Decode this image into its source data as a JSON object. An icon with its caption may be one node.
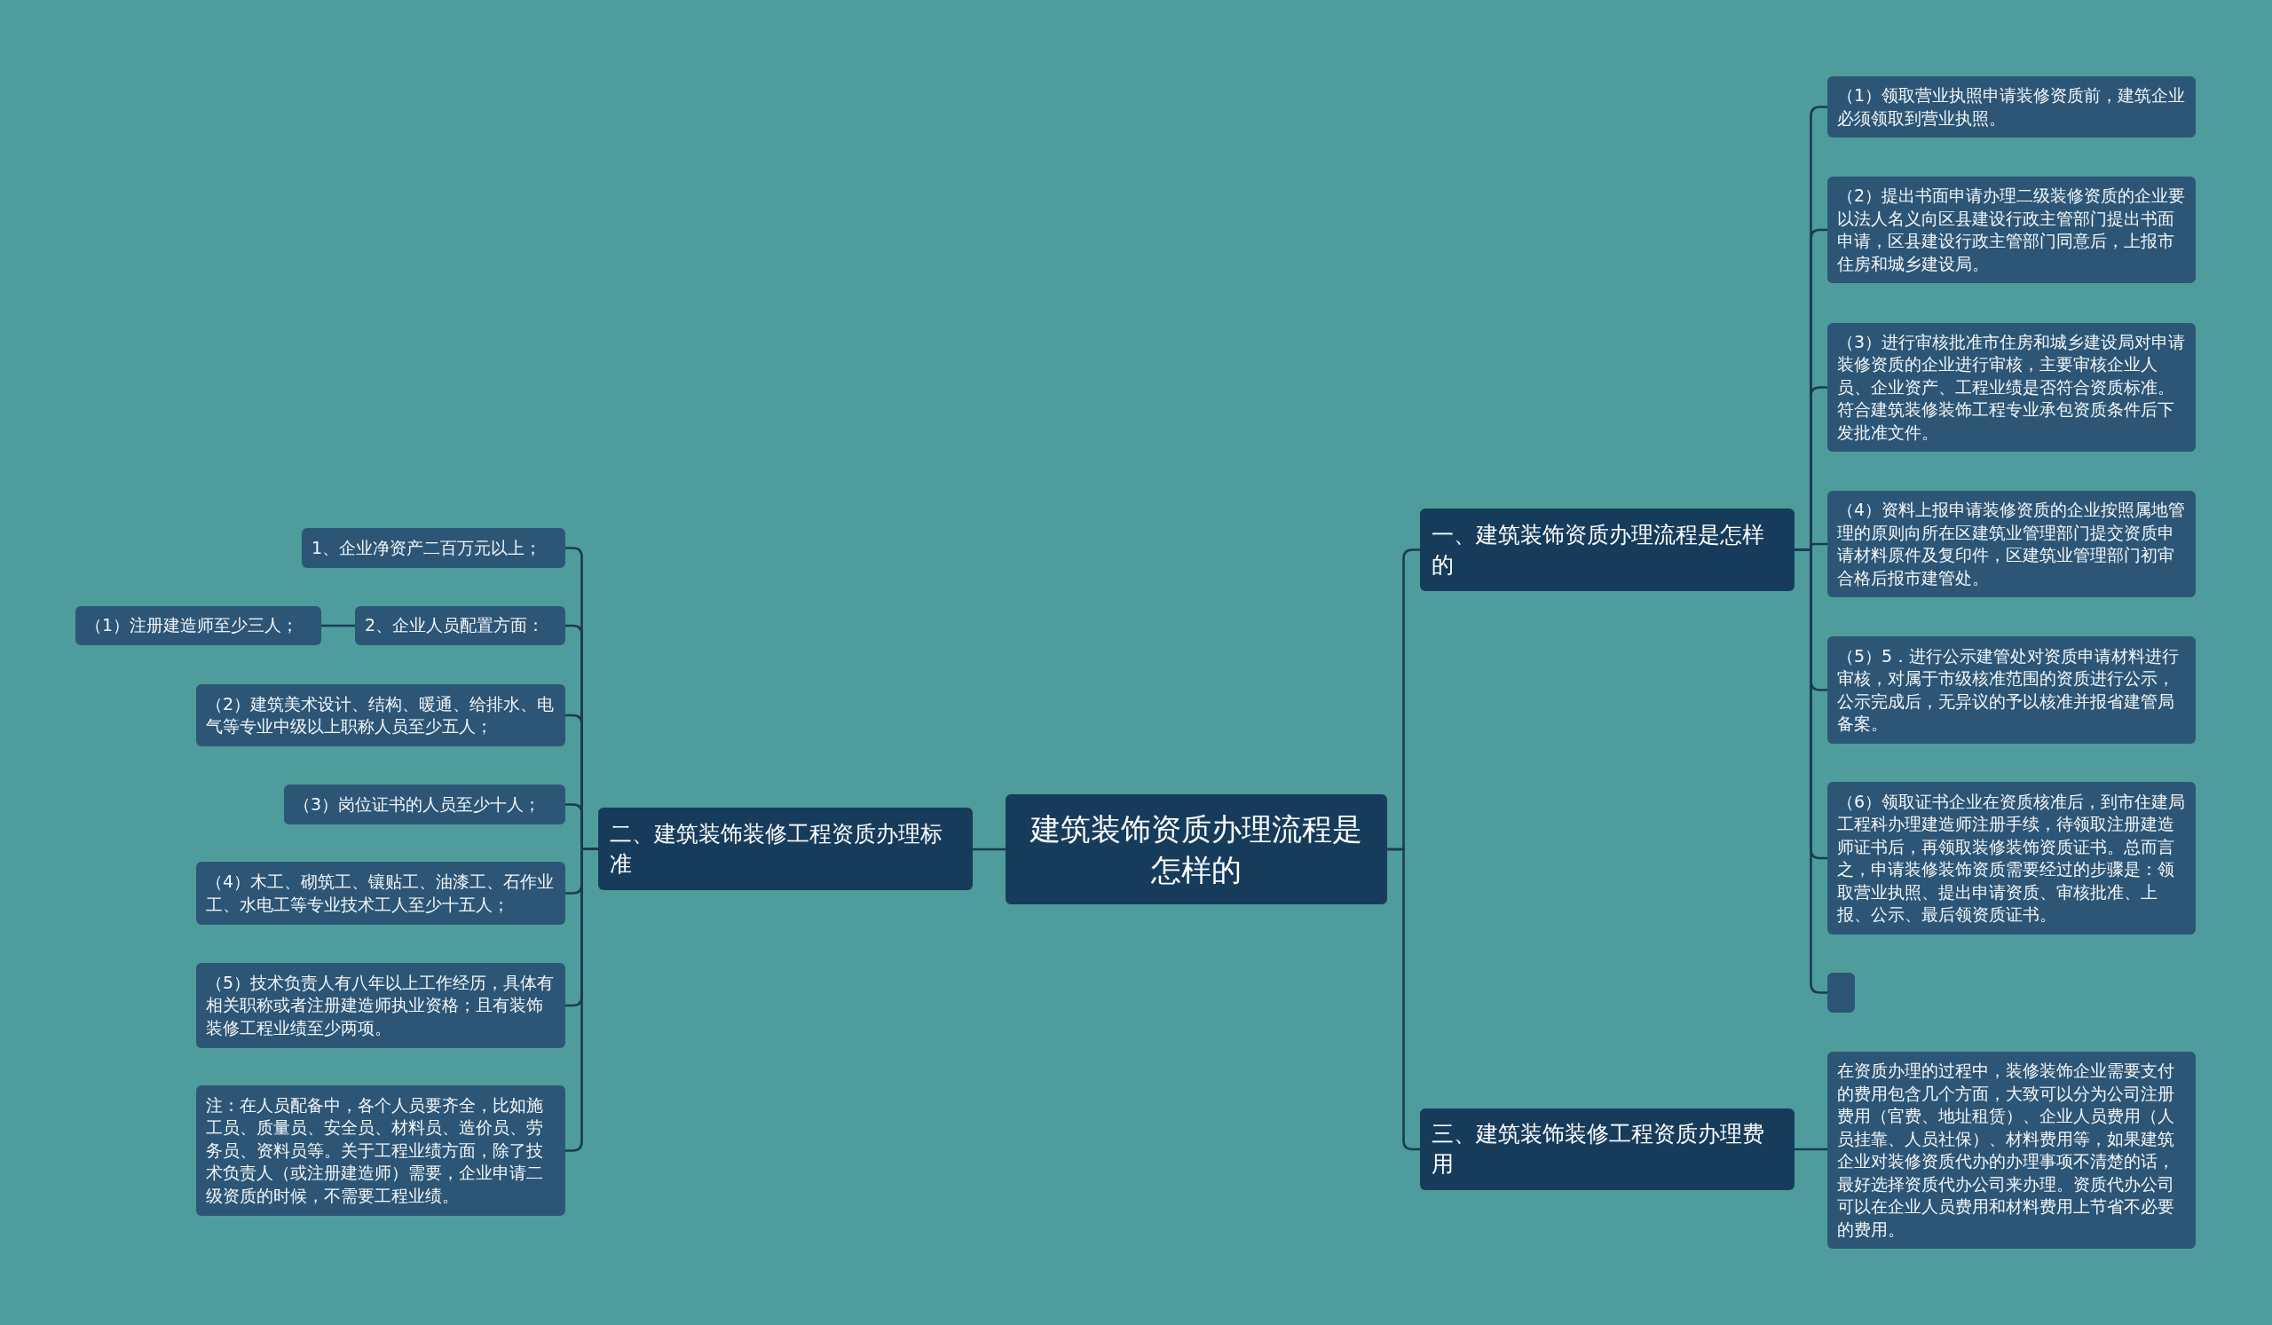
{
  "diagram": {
    "nodes": [
      {
        "text": [
          "建筑装饰资质办理流程是怎样的"
        ]
      },
      {
        "text": [
          "一、建筑装饰资质办理流程是怎样的"
        ]
      },
      {
        "text": [
          "（1）领取营业执照申请装修资质前，建筑企业必须领取到营业执照。"
        ]
      },
      {
        "text": [
          "（2）提出书面申请办理二级装修资质的企业要以法人名义向区县建设行政主管部门提出书面申请，区县建设行政主管部门同意后，上报市住房和城乡建设局。"
        ]
      },
      {
        "text": [
          "（3）进行审核批准市住房和城乡建设局对申请装修资质的企业进行审核，主要审核企业人员、企业资产、工程业绩是否符合资质标准。符合建筑装修装饰工程专业承包资质条件后下发批准文件。"
        ]
      },
      {
        "text": [
          "（4）资料上报申请装修资质的企业按照属地管理的原则向所在区建筑业管理部门提交资质申请材料原件及复印件，区建筑业管理部门初审合格后报市建管处。"
        ]
      },
      {
        "text": [
          "（5）5．进行公示建管处对资质申请材料进行审核，对属于市级核准范围的资质进行公示，公示完成后，无异议的予以核准并报省建管局备案。"
        ]
      },
      {
        "text": [
          "（6）领取证书企业在资质核准后，到市住建局工程科办理建造师注册手续，待领取注册建造师证书后，再领取装修装饰资质证书。总而言之，申请装修装饰资质需要经过的步骤是：领取营业执照、提出申请资质、审核批准、上报、公示、最后领资质证书。"
        ]
      },
      {
        "text": [],
        "shape": "box"
      },
      {
        "text": [
          "三、建筑装饰装修工程资质办理费用"
        ]
      },
      {
        "text": [
          "在资质办理的过程中，装修装饰企业需要支付的费用包含几个方面，大致可以分为公司注册费用（官费、地址租赁）、企业人员费用（人员挂靠、人员社保）、材料费用等，如果建筑企业对装修资质代办的办理事项不清楚的话，最好选择资质代办公司来办理。资质代办公司可以在企业人员费用和材料费用上节省不必要的费用。"
        ]
      },
      {
        "text": [
          "二、建筑装饰装修工程资质办理标准"
        ]
      },
      {
        "text": [
          "1、企业净资产二百万元以上；"
        ]
      },
      {
        "text": [
          "2、企业人员配置方面："
        ]
      },
      {
        "text": [
          "（1）注册建造师至少三人；"
        ]
      },
      {
        "text": [
          "（2）建筑美术设计、结构、暖通、给排水、电气等专业中级以上职称人员至少五人；"
        ]
      },
      {
        "text": [
          "（3）岗位证书的人员至少十人；"
        ]
      },
      {
        "text": [
          "（4）木工、砌筑工、镶贴工、油漆工、石作业工、水电工等专业技术工人至少十五人；"
        ]
      },
      {
        "text": [
          "（5）技术负责人有八年以上工作经历，具体有相关职称或者注册建造师执业资格；且有装饰装修工程业绩至少两项。"
        ]
      },
      {
        "text": [
          "注：在人员配备中，各个人员要齐全，比如施工员、质量员、安全员、材料员、造价员、劳务员、资料员等。关于工程业绩方面，除了技术负责人（或注册建造师）需要，企业申请二级资质的时候，不需要工程业绩。"
        ]
      }
    ],
    "edges": [
      {
        "from": 0,
        "to": 1,
        "arrow": "none"
      },
      {
        "from": 1,
        "to": 2,
        "arrow": "none"
      },
      {
        "from": 1,
        "to": 3,
        "arrow": "none"
      },
      {
        "from": 1,
        "to": 4,
        "arrow": "none"
      },
      {
        "from": 1,
        "to": 5,
        "arrow": "none"
      },
      {
        "from": 1,
        "to": 6,
        "arrow": "none"
      },
      {
        "from": 1,
        "to": 7,
        "arrow": "none"
      },
      {
        "from": 1,
        "to": 8,
        "arrow": "none"
      },
      {
        "from": 0,
        "to": 9,
        "arrow": "none"
      },
      {
        "from": 9,
        "to": 10,
        "arrow": "none"
      },
      {
        "from": 0,
        "to": 11,
        "arrow": "none"
      },
      {
        "from": 11,
        "to": 12,
        "arrow": "none"
      },
      {
        "from": 11,
        "to": 13,
        "arrow": "none"
      },
      {
        "from": 13,
        "to": 14,
        "arrow": "none"
      },
      {
        "from": 11,
        "to": 15,
        "arrow": "none"
      },
      {
        "from": 11,
        "to": 16,
        "arrow": "none"
      },
      {
        "from": 11,
        "to": 17,
        "arrow": "none"
      },
      {
        "from": 11,
        "to": 18,
        "arrow": "none"
      },
      {
        "from": 11,
        "to": 19,
        "arrow": "none"
      }
    ]
  }
}
